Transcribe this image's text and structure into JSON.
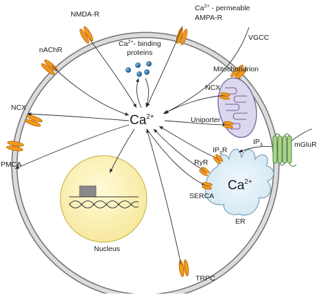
{
  "colors": {
    "membrane_outer": "#6f6f6f",
    "membrane_inner": "#d7d7d7",
    "channel_fill": "#f39a1c",
    "channel_stroke": "#b35f00",
    "receptor_fill": "#a9d48c",
    "receptor_stroke": "#3e6b2c",
    "nucleus_fill": "#fbf0a8",
    "nucleus_stroke": "#c9b64e",
    "er_fill": "#d9ecf6",
    "er_stroke": "#7fa6bd",
    "mito_fill": "#dcd6ee",
    "mito_stroke": "#6e6196",
    "protein_dot": "#1f6aa5",
    "arrow": "#2a2a2a"
  },
  "labels": {
    "nmda": "NMDA-R",
    "ampa_prefix": "Ca",
    "ampa_sup": "2+",
    "ampa_suffix": " - permeable",
    "ampa_line2": "AMPA-R",
    "vgcc": "VGCC",
    "nachr": "nAChR",
    "binding_prefix": "Ca",
    "binding_sup": "2+",
    "binding_suffix": "- binding",
    "binding_line2": "proteins",
    "mitochondrion": "Mitochondrion",
    "ncx_mito": "NCX",
    "uniporter": "Uniporter",
    "ncx_membrane": "NCX",
    "ca_center": "Ca",
    "ca_center_sup": "2+",
    "ip3": "IP",
    "ip3_sub": "3",
    "mglur": "mGluR",
    "ip3r": "IP",
    "ip3r_sub": "3",
    "ip3r_suffix": "R",
    "ryr": "RyR",
    "pmca": "PMCA",
    "serca": "SERCA",
    "ca_er": "Ca",
    "ca_er_sup": "2+",
    "er": "ER",
    "nucleus": "Nucleus",
    "trpc": "TRPC"
  },
  "icons": {
    "channel": "ion-channel-icon",
    "receptor": "gpcr-helix-icon",
    "dna": "dna-helix-icon",
    "gene": "gene-box-icon"
  }
}
